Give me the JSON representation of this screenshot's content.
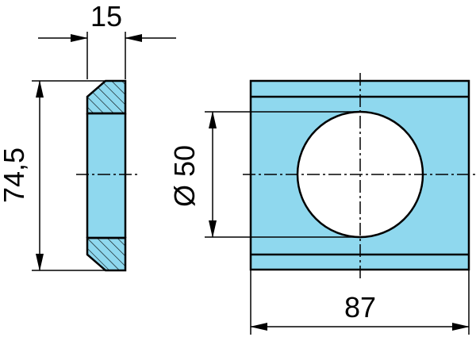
{
  "drawing": {
    "fill_color": "#8fd8ee",
    "line_color": "#000000",
    "dimensions": {
      "thickness": "15",
      "height": "74,5",
      "hole_diameter": "Ø 50",
      "width": "87"
    }
  }
}
